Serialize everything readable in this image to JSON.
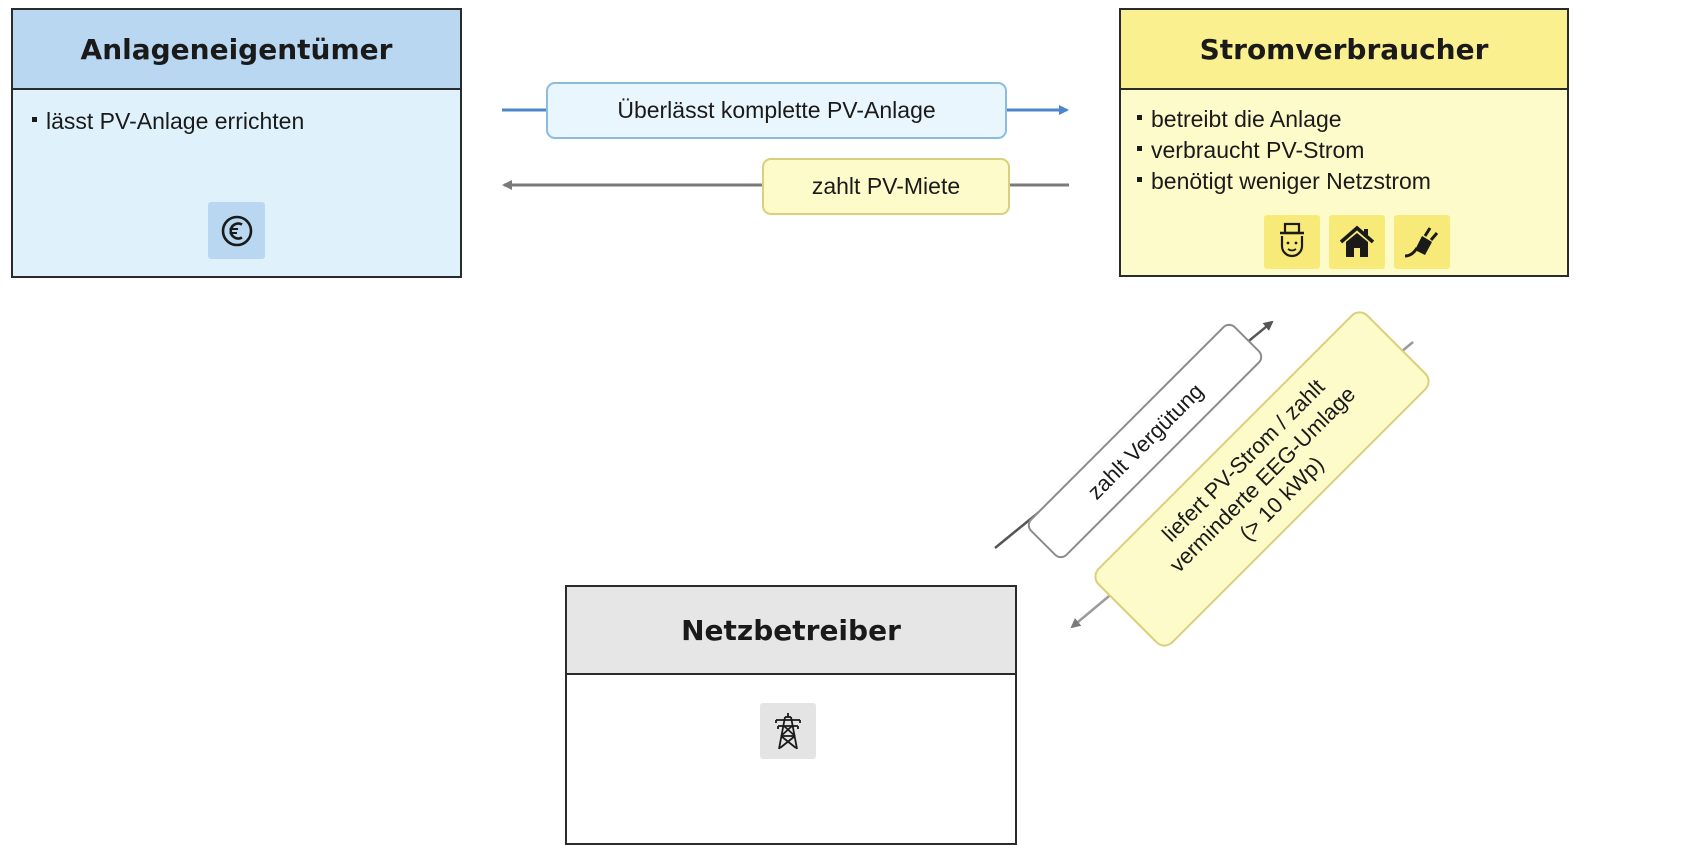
{
  "owner": {
    "title": "Anlageneigentümer",
    "bullets": [
      "lässt PV-Anlage errichten"
    ],
    "icon": "euro-icon"
  },
  "consumer": {
    "title": "Stromverbraucher",
    "bullets": [
      "betreibt die Anlage",
      "verbraucht PV-Strom",
      "benötigt weniger Netzstrom"
    ],
    "icons": [
      "person-icon",
      "house-icon",
      "plug-icon"
    ]
  },
  "grid": {
    "title": "Netzbetreiber",
    "icon": "power-pylon-icon"
  },
  "flows": {
    "owner_to_consumer": "Überlässt komplette PV-Anlage",
    "consumer_to_owner": "zahlt PV-Miete",
    "grid_to_consumer": "zahlt Vergütung",
    "consumer_to_grid": [
      "liefert PV-Strom / zahlt",
      "verminderte EEG-Umlage",
      "(> 10 kWp)"
    ]
  },
  "colors": {
    "owner_fill": "#dff2fb",
    "owner_header": "#b9d7f0",
    "consumer_fill": "#fdfbc9",
    "consumer_header": "#faf08f",
    "grid_header": "#e6e6e6"
  }
}
